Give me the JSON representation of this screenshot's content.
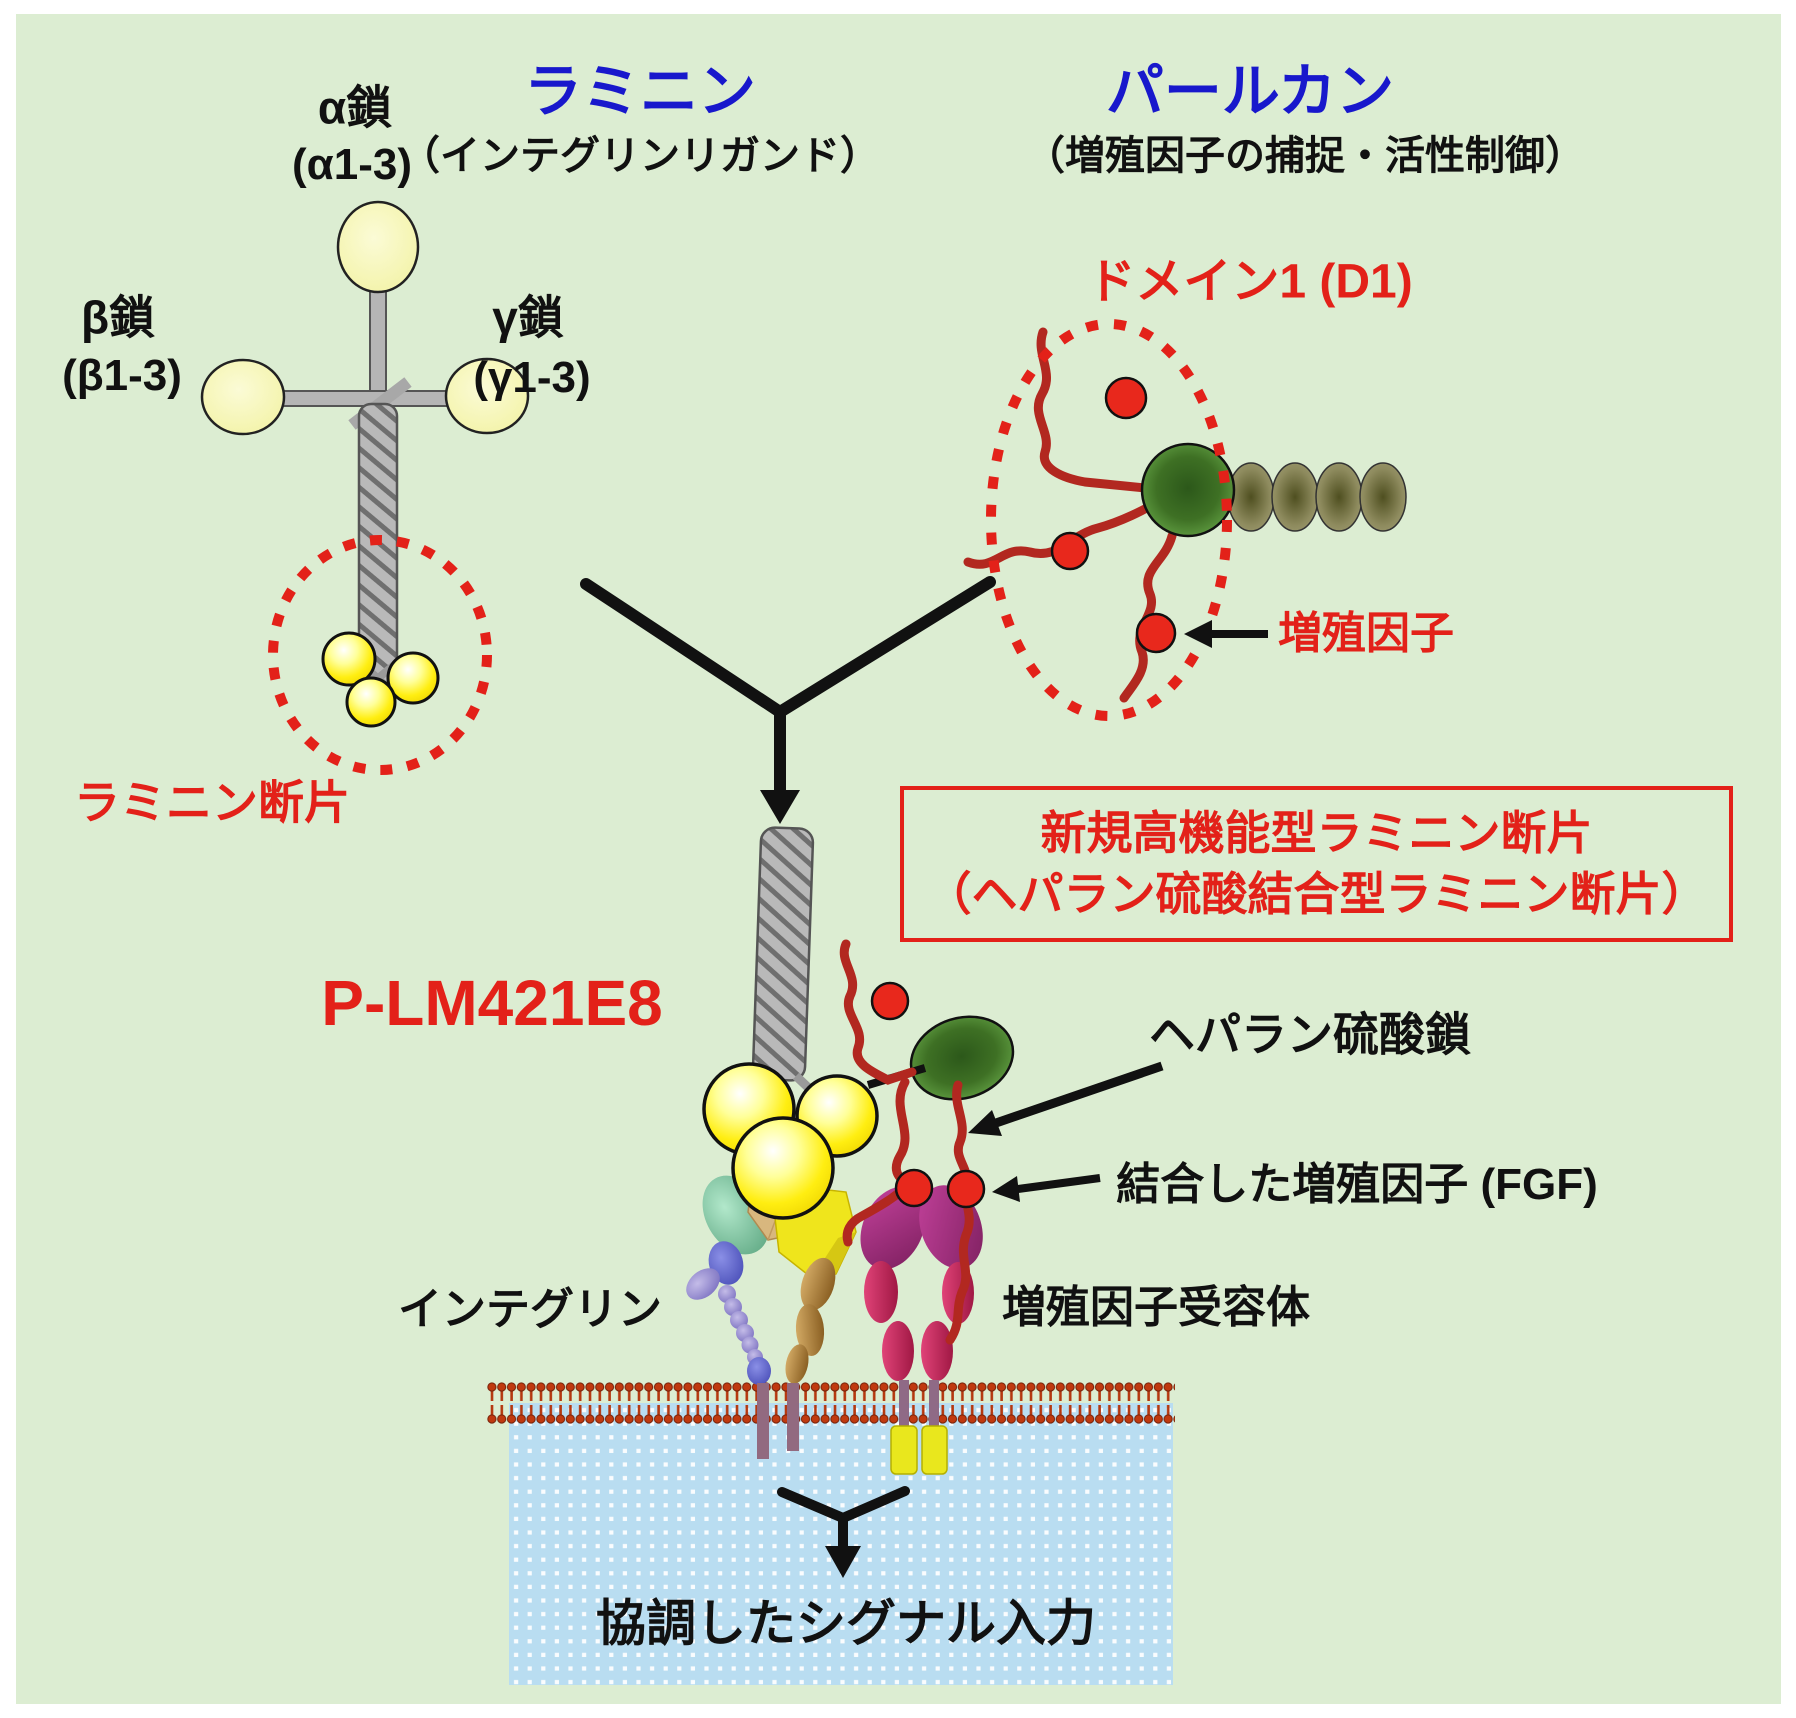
{
  "titles": {
    "laminin": "ラミニン",
    "laminin_sub": "（インテグリンリガンド）",
    "perlecan": "パールカン",
    "perlecan_sub": "（増殖因子の捕捉・活性制御）"
  },
  "laminin_labels": {
    "alpha": "α鎖",
    "alpha_range": "(α1-3)",
    "beta": "β鎖",
    "beta_range": "(β1-3)",
    "gamma": "γ鎖",
    "gamma_range": "(γ1-3)",
    "fragment": "ラミニン断片"
  },
  "perlecan_labels": {
    "domain1": "ドメイン1 (D1)",
    "growth_factor": "増殖因子"
  },
  "product": {
    "name": "P-LM421E8",
    "box_line1": "新規高機能型ラミニン断片",
    "box_line2": "（ヘパラン硫酸結合型ラミニン断片）"
  },
  "complex_labels": {
    "heparan_chain": "ヘパラン硫酸鎖",
    "bound_gf": "結合した増殖因子 (FGF)",
    "integrin": "インテグリン",
    "gf_receptor": "増殖因子受容体",
    "signal": "協調したシグナル入力"
  },
  "colors": {
    "background": "#dcedd2",
    "cell": "#b9ddf1",
    "accent_red": "#e32119",
    "accent_blue": "#1818cc",
    "chain_red": "#b22820",
    "membrane_head": "#c0390f",
    "rope_gray": "#b9b9b9"
  }
}
